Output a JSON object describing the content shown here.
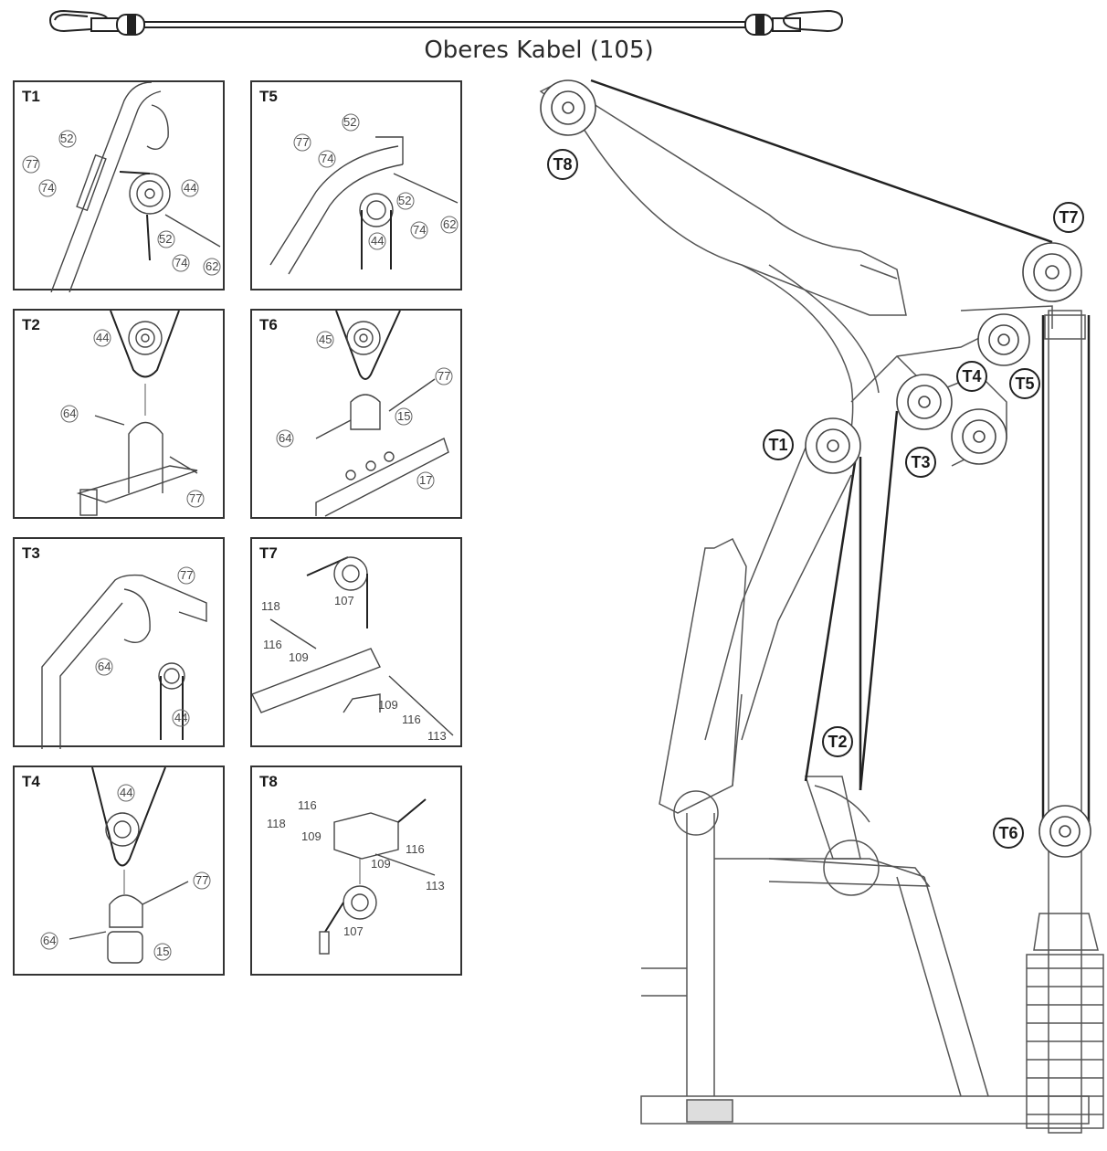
{
  "header": {
    "cable_title": "Oberes Kabel (105)"
  },
  "panels": [
    {
      "id": "T1",
      "parts": [
        "77",
        "52",
        "74",
        "44",
        "52",
        "74",
        "62"
      ]
    },
    {
      "id": "T5",
      "parts": [
        "77",
        "52",
        "74",
        "52",
        "74",
        "62",
        "44"
      ]
    },
    {
      "id": "T2",
      "parts": [
        "44",
        "64",
        "77"
      ]
    },
    {
      "id": "T6",
      "parts": [
        "45",
        "77",
        "15",
        "64",
        "17"
      ]
    },
    {
      "id": "T3",
      "parts": [
        "77",
        "64",
        "44"
      ]
    },
    {
      "id": "T7",
      "parts": [
        "107",
        "118",
        "116",
        "109",
        "109",
        "116",
        "113"
      ]
    },
    {
      "id": "T4",
      "parts": [
        "44",
        "77",
        "64",
        "15"
      ]
    },
    {
      "id": "T8",
      "parts": [
        "116",
        "118",
        "109",
        "116",
        "109",
        "113",
        "107"
      ]
    }
  ],
  "main": {
    "pulley_labels": [
      "T8",
      "T7",
      "T5",
      "T4",
      "T1",
      "T3",
      "T2",
      "T6"
    ]
  },
  "colors": {
    "line": "#222222",
    "frame": "#444444",
    "label_ring": "#222222"
  }
}
